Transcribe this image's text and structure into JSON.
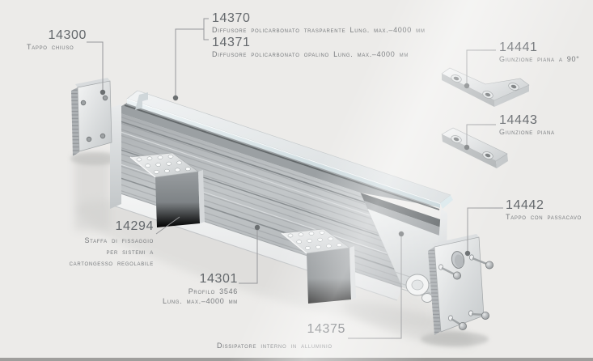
{
  "title": "Profile system exploded technical diagram",
  "labels": {
    "p14300": {
      "code": "14300",
      "desc": "Tappo chiuso"
    },
    "p14370": {
      "code": "14370",
      "desc": "Diffusore policarbonato trasparente Lung. max.–4000 mm"
    },
    "p14371": {
      "code": "14371",
      "desc": "Diffusore policarbonato opalino Lung. max.–4000 mm"
    },
    "p14441": {
      "code": "14441",
      "desc": "Giunzione piana a 90°"
    },
    "p14443": {
      "code": "14443",
      "desc": "Giunzione piana"
    },
    "p14442": {
      "code": "14442",
      "desc": "Tappo con passacavo"
    },
    "p14294": {
      "code": "14294",
      "line1": "Staffa di fissaggio",
      "line2": "per sistemi a",
      "line3": "cartongesso regolabile"
    },
    "p14301": {
      "code": "14301",
      "line1": "Profilo 3546",
      "line2": "Lung. max.–4000 mm"
    },
    "p14375": {
      "code": "14375",
      "desc": "Dissipatore interno in alluminio"
    }
  },
  "palette": {
    "background": "#ecebe9",
    "metal_light": "#f2f3f4",
    "metal_mid": "#b9bdc0",
    "metal_dark": "#666b6e",
    "diffuser_tint": "#d8e7ea",
    "leader_line": "#97989a",
    "text": "#75787b"
  }
}
